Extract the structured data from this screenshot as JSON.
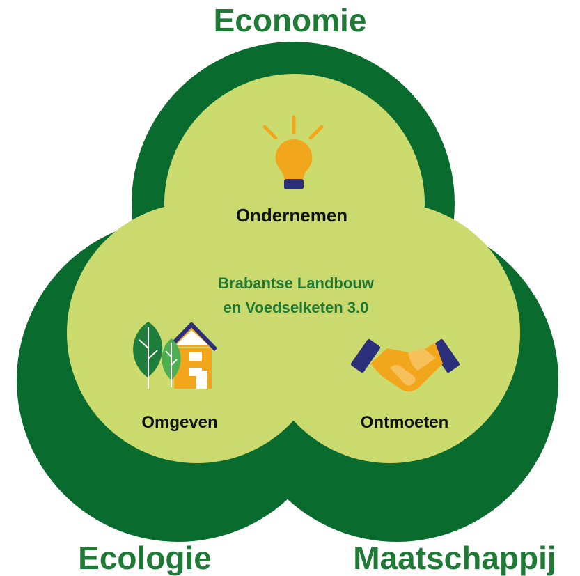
{
  "diagram": {
    "outer_labels": {
      "top": "Economie",
      "bottom_left": "Ecologie",
      "bottom_right": "Maatschappij"
    },
    "circles": {
      "top": {
        "label": "Ondernemen",
        "icon": "lightbulb-icon"
      },
      "left": {
        "label": "Omgeven",
        "icon": "leaves-house-icon"
      },
      "right": {
        "label": "Ontmoeten",
        "icon": "handshake-icon"
      }
    },
    "center": {
      "line1": "Brabantse Landbouw",
      "line2": "en Voedselketen 3.0"
    }
  },
  "colors": {
    "outer_ring": "#0a6b2e",
    "circle_fill": "#d5e28a",
    "center_text": "#1f7a35",
    "inner_label": "#111111"
  }
}
